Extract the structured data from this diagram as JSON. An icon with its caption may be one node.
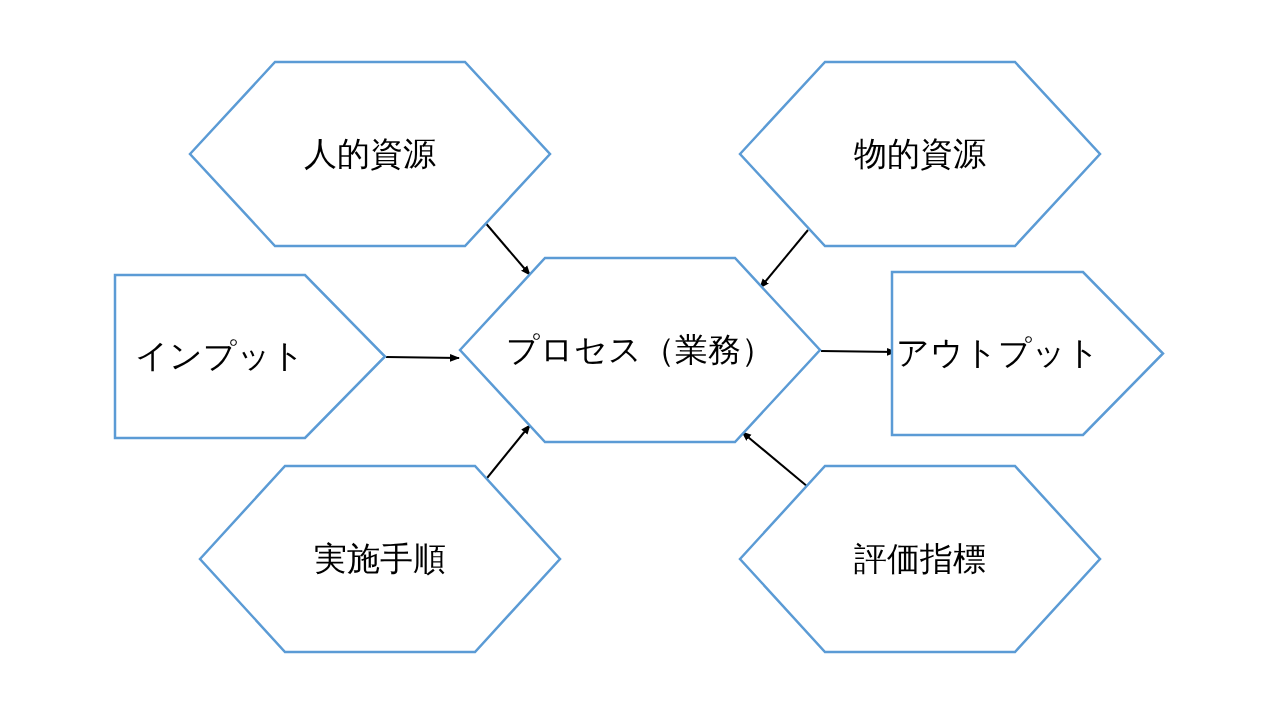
{
  "diagram": {
    "nodes": [
      {
        "text": [
          "人的資源"
        ]
      },
      {
        "text": [
          "物的資源"
        ]
      },
      {
        "text": [
          "インプット"
        ]
      },
      {
        "text": [
          "プロセス（業務）"
        ]
      },
      {
        "text": [
          "アウトプット"
        ]
      },
      {
        "text": [
          "実施手順"
        ]
      },
      {
        "text": [
          "評価指標"
        ]
      }
    ],
    "edges": [
      {
        "from": 0,
        "to": 3,
        "arrow": "to"
      },
      {
        "from": 1,
        "to": 3,
        "arrow": "to"
      },
      {
        "from": 2,
        "to": 3,
        "arrow": "to"
      },
      {
        "from": 3,
        "to": 4,
        "arrow": "to"
      },
      {
        "from": 5,
        "to": 3,
        "arrow": "to"
      },
      {
        "from": 6,
        "to": 3,
        "arrow": "to"
      }
    ]
  }
}
